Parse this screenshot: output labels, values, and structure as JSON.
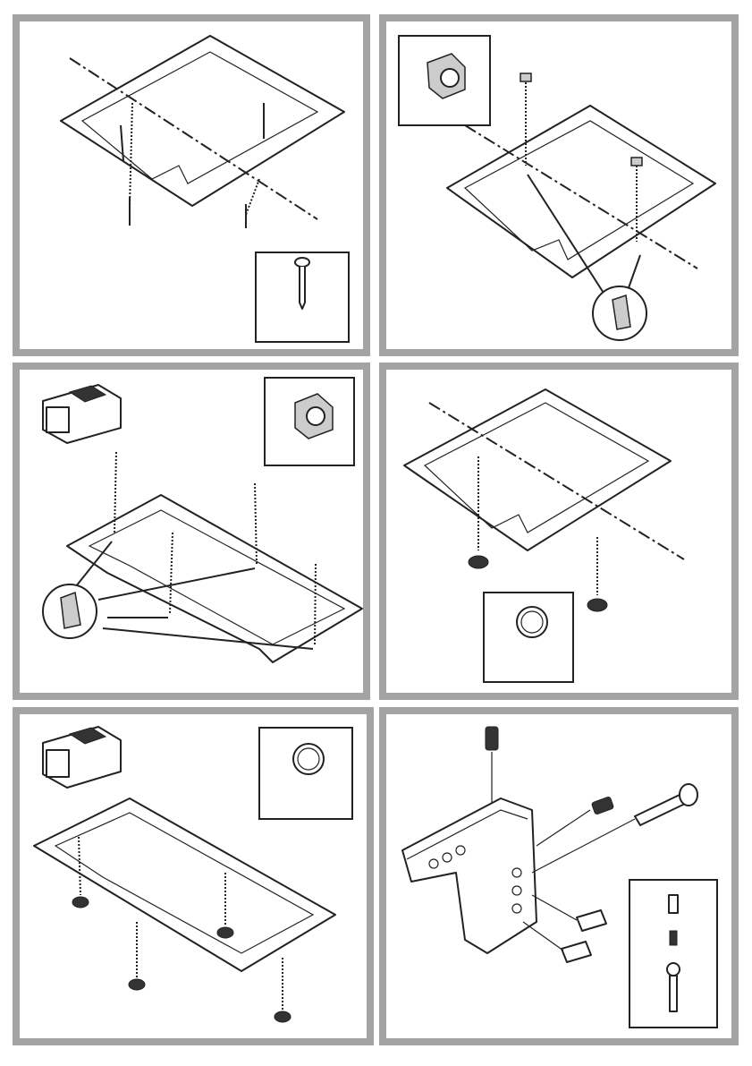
{
  "colors": {
    "panel_border": "#a3a3a3",
    "line": "#222222",
    "background": "#ffffff"
  },
  "steps": [
    {
      "id": 1,
      "parts": [
        "frame",
        "bolt"
      ]
    },
    {
      "id": 2,
      "parts": [
        "frame",
        "cage-nut"
      ]
    },
    {
      "id": 3,
      "parts": [
        "speaker",
        "frame",
        "cage-nut"
      ]
    },
    {
      "id": 4,
      "parts": [
        "frame",
        "foot"
      ]
    },
    {
      "id": 5,
      "parts": [
        "speaker",
        "frame",
        "foot"
      ]
    },
    {
      "id": 6,
      "parts": [
        "bracket",
        "spacer",
        "set-screw",
        "bolt"
      ]
    }
  ]
}
